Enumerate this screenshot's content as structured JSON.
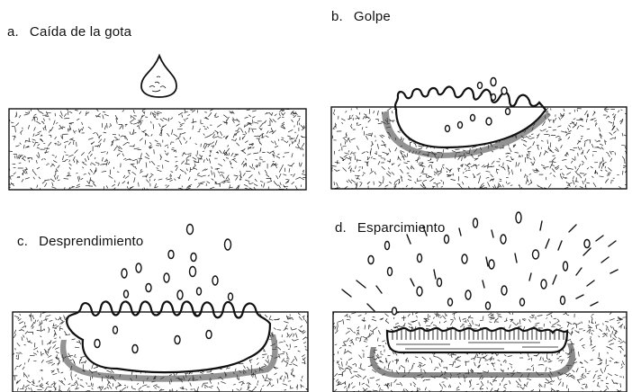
{
  "panels": [
    {
      "letter": "a.",
      "title": "Caída de la gota"
    },
    {
      "letter": "b.",
      "title": "Golpe"
    },
    {
      "letter": "c.",
      "title": "Desprendimiento"
    },
    {
      "letter": "d.",
      "title": "Esparcimiento"
    }
  ],
  "colors": {
    "ink": "#111111",
    "paper": "#ffffff"
  }
}
